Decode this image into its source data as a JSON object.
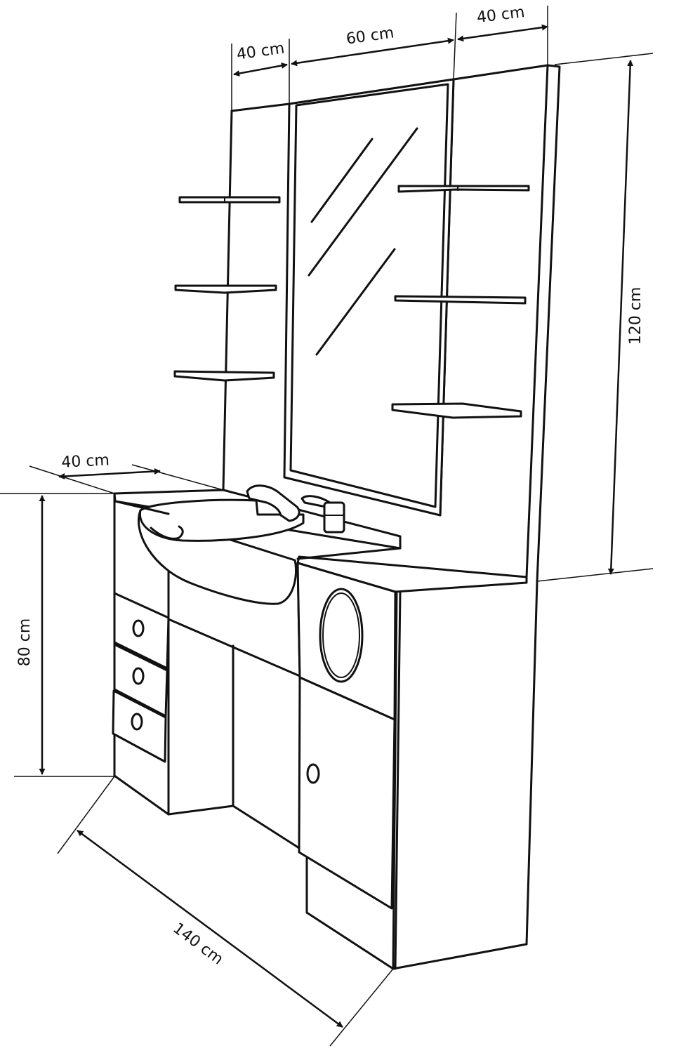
{
  "dimensions": {
    "top_left_width": "40 cm",
    "top_center_width": "60 cm",
    "top_right_width": "40 cm",
    "total_height": "120 cm",
    "counter_depth": "40 cm",
    "counter_height": "80 cm",
    "total_length": "140 cm"
  },
  "colors": {
    "line": "#111111",
    "background": "#ffffff"
  }
}
